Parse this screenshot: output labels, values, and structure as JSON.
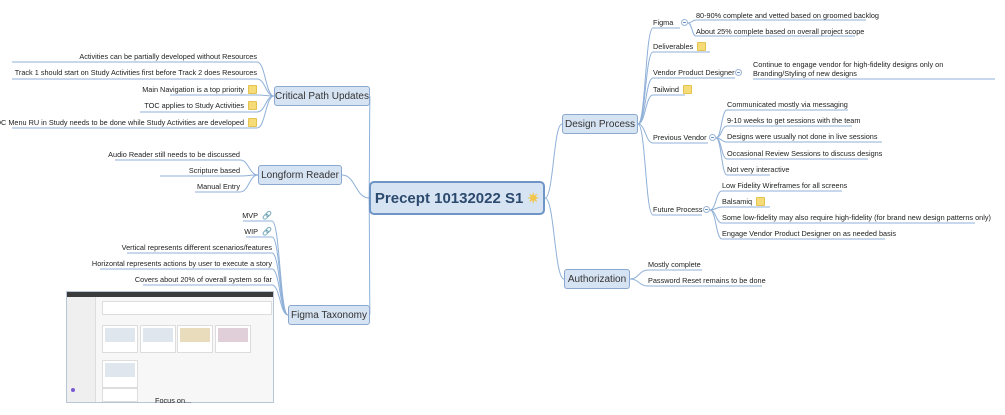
{
  "central": {
    "title": "Precept 10132022 S1"
  },
  "critical_path": {
    "label": "Critical Path Updates",
    "items": [
      {
        "text": "Activities can be partially developed without Resources",
        "note": false
      },
      {
        "text": "Track 1 should start on Study Activities first before Track 2 does Resources",
        "note": false
      },
      {
        "text": "Main Navigation is a top priority",
        "note": true
      },
      {
        "text": "TOC applies to Study Activities",
        "note": true
      },
      {
        "text": "TOC Menu RU in Study needs to be done while Study Activities are developed",
        "note": true
      }
    ]
  },
  "longform": {
    "label": "Longform Reader",
    "items": [
      {
        "text": "Audio Reader still needs to be discussed"
      },
      {
        "text": "Scripture based"
      },
      {
        "text": "Manual Entry"
      }
    ]
  },
  "figma_taxonomy": {
    "label": "Figma Taxonomy",
    "items": [
      {
        "text": "MVP",
        "link": true
      },
      {
        "text": "WIP",
        "link": true
      },
      {
        "text": "Vertical represents different scenarios/features",
        "link": false
      },
      {
        "text": "Horizontal represents actions by user to execute a story",
        "link": false
      },
      {
        "text": "Covers about 20% of overall system so far",
        "link": false
      }
    ],
    "image_caption": "Focus on..."
  },
  "design_process": {
    "label": "Design Process",
    "figma": {
      "label": "Figma",
      "items": [
        "80-90% complete and vetted based on groomed backlog",
        "About 25% complete based on overall project scope"
      ]
    },
    "deliverables": {
      "label": "Deliverables"
    },
    "vendor_designer": {
      "label": "Vendor Product Designer",
      "items": [
        "Continue to engage vendor for high-fidelity designs only on Branding/Styling of new designs"
      ]
    },
    "tailwind": {
      "label": "Tailwind"
    },
    "previous_vendor": {
      "label": "Previous Vendor",
      "items": [
        "Communicated mostly via messaging",
        "9-10 weeks to get sessions with the team",
        "Designs were usually not done in live sessions",
        "Occasional Review Sessions to discuss designs",
        "Not very interactive"
      ]
    },
    "future_process": {
      "label": "Future Process",
      "items": [
        {
          "text": "Low Fidelity Wireframes for all screens",
          "note": false
        },
        {
          "text": "Balsamiq",
          "note": true
        },
        {
          "text": "Some low-fidelity may also require high-fidelity (for brand new design patterns only)",
          "note": false
        },
        {
          "text": "Engage Vendor Product Designer on as needed basis",
          "note": false
        }
      ]
    }
  },
  "authorization": {
    "label": "Authorization",
    "items": [
      "Mostly complete",
      "Password Reset remains to be done"
    ]
  },
  "colors": {
    "branch_line": "#8fb0d8",
    "topic_fill": "#d6e3f3",
    "topic_border": "#8aa8d0",
    "note": "#f6dc79",
    "link": "#4a7bd0"
  }
}
